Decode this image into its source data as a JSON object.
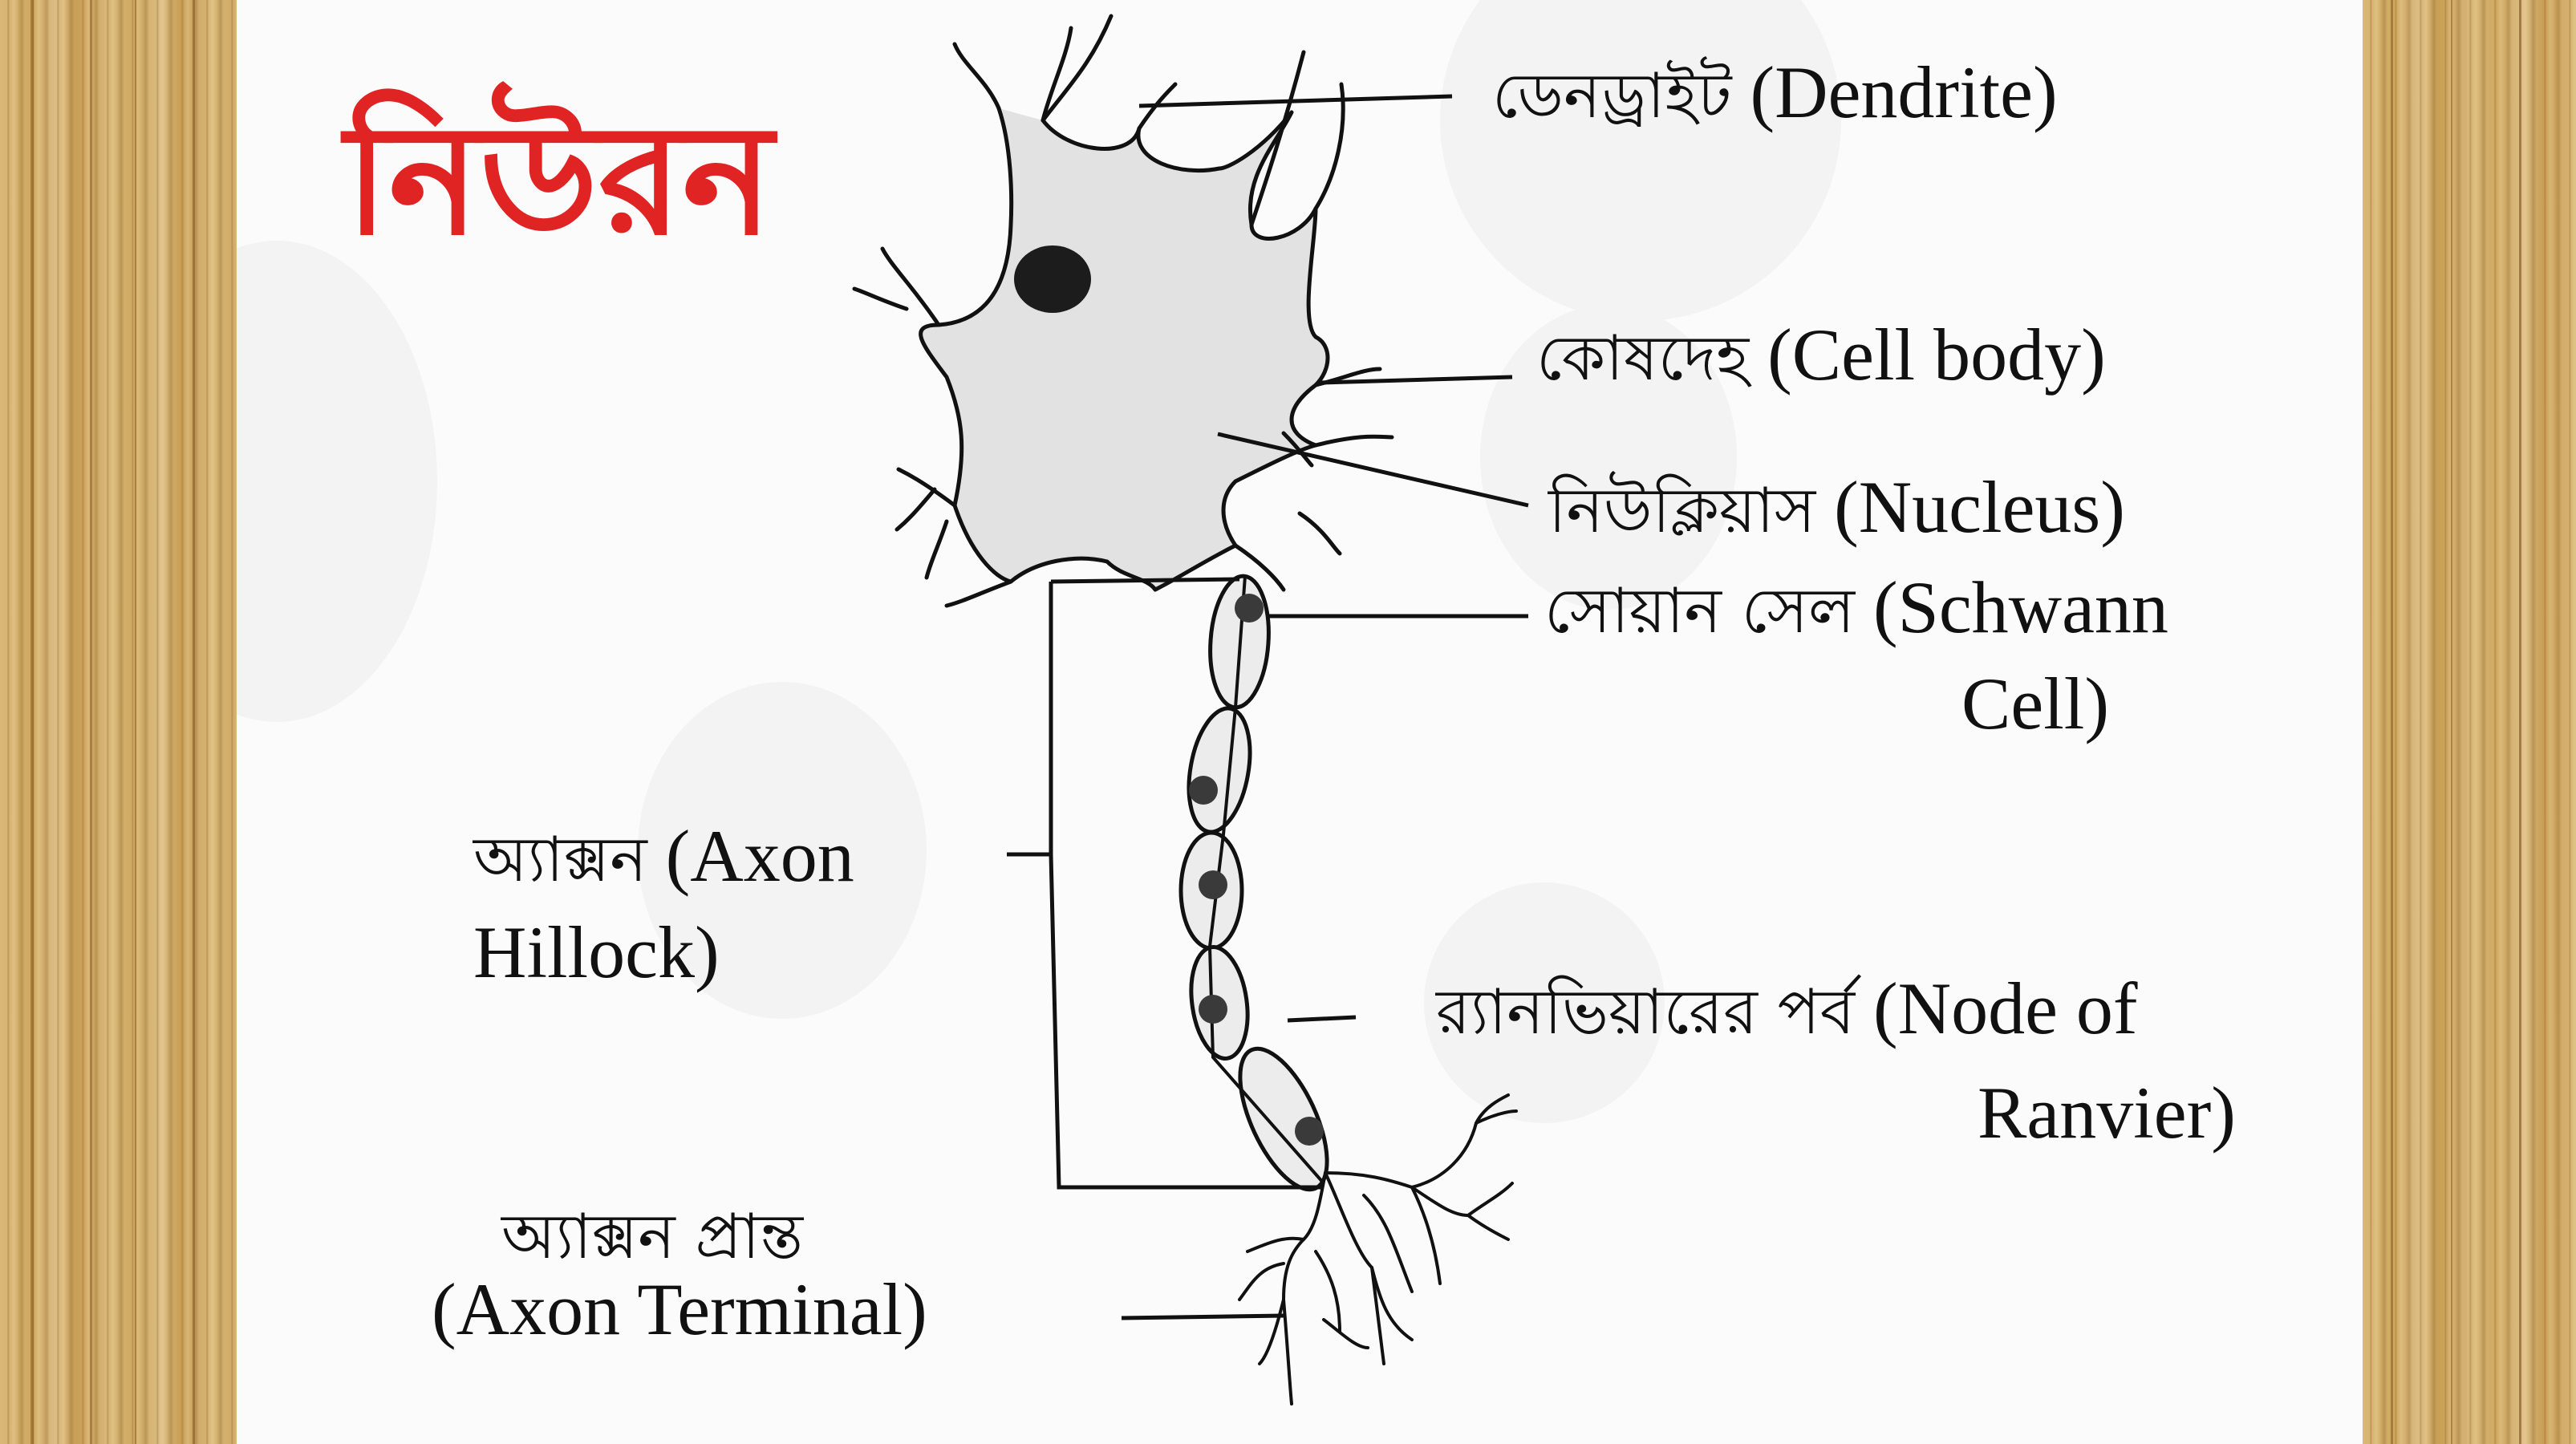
{
  "title": "নিউরন",
  "colors": {
    "title": "#E02424",
    "panel_bg": "#FBFBFB",
    "wood": "#D6B374",
    "cell_fill": "#E2E2E2",
    "nucleus": "#1C1C1C",
    "schwann_nucleus": "#3A3A3A",
    "line": "#111111"
  },
  "labels": {
    "dendrite": {
      "bn": "ডেনড্রাইট",
      "en": "(Dendrite)"
    },
    "cell_body": {
      "bn": "কোষদেহ",
      "en": "(Cell body)"
    },
    "nucleus": {
      "bn": "নিউক্লিয়াস",
      "en": "(Nucleus)"
    },
    "schwann_cell": {
      "bn": "সোয়ান সেল",
      "en_line1": "(Schwann",
      "en_line2": "Cell)"
    },
    "axon_hillock": {
      "bn": "অ্যাক্সন",
      "en_line1": "(Axon",
      "en_line2": "Hillock)"
    },
    "node_of_ranvier": {
      "bn": "র‍্যানভিয়ারের পর্ব",
      "en_line1": "(Node of",
      "en_line2": "Ranvier)"
    },
    "axon_terminal": {
      "bn": "অ্যাক্সন প্রান্ত",
      "en": "(Axon Terminal)"
    }
  },
  "icons": {
    "neuron": "neuron-diagram-icon"
  }
}
